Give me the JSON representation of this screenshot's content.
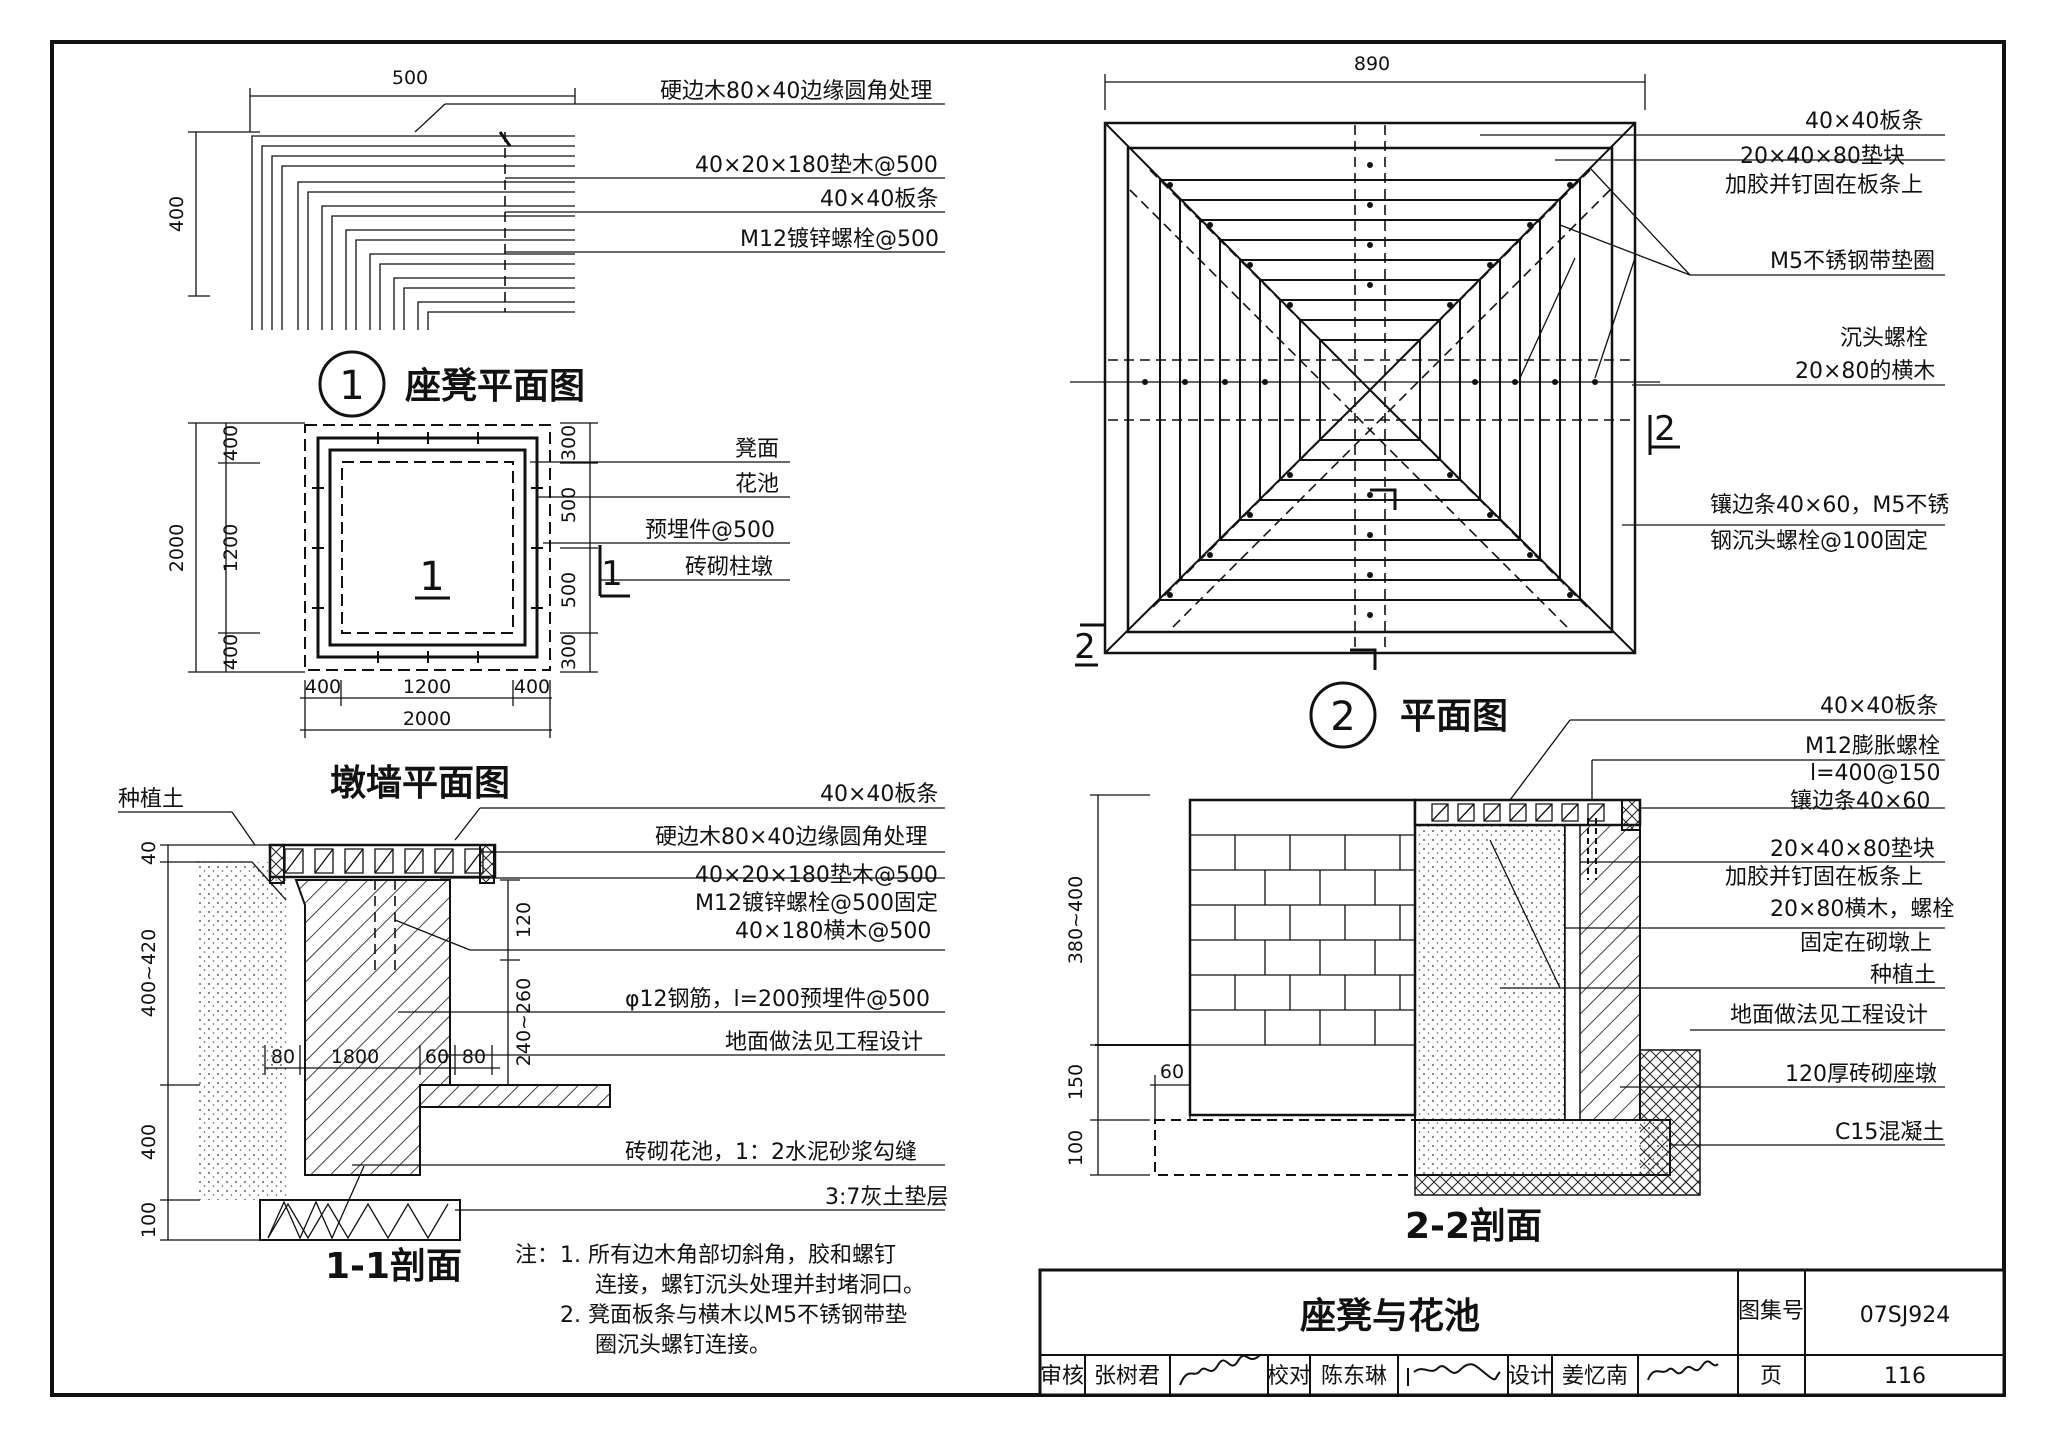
{
  "d1": {
    "dim_500": "500",
    "dim_400": "400",
    "notes": [
      "硬边木80×40边缘圆角处理",
      "40×20×180垫木@500",
      "40×40板条",
      "M12镀锌螺栓@500"
    ],
    "num": "1",
    "title": "座凳平面图"
  },
  "pier": {
    "title": "墩墙平面图",
    "dims_left": [
      "2000",
      "400",
      "1200",
      "400"
    ],
    "dims_right": [
      "300",
      "500",
      "500",
      "300"
    ],
    "dims_bottom": [
      "400",
      "1200",
      "400",
      "2000"
    ],
    "notes": [
      "凳面",
      "花池",
      "预埋件@500",
      "砖砌柱墩"
    ],
    "sec_label": "1",
    "sec_mark": "1"
  },
  "s11": {
    "title": "1-1剖面",
    "soil": "种植土",
    "dims_left": [
      "40",
      "400~420",
      "400",
      "100"
    ],
    "dims_inner": [
      "120",
      "240~260"
    ],
    "dims_bottom": [
      "80",
      "1800",
      "60",
      "80"
    ],
    "notes": [
      "40×40板条",
      "硬边木80×40边缘圆角处理",
      "40×20×180垫木@500",
      "M12镀锌螺栓@500固定",
      "40×180横木@500",
      "φ12钢筋，l=200预埋件@500",
      "地面做法见工程设计",
      "砖砌花池，1：2水泥砂浆勾缝",
      "3:7灰土垫层"
    ]
  },
  "notes_block": {
    "head": "注：",
    "lines": [
      "1. 所有边木角部切斜角，胶和螺钉",
      "连接，螺钉沉头处理并封堵洞口。",
      "2. 凳面板条与横木以M5不锈钢带垫",
      "圈沉头螺钉连接。"
    ]
  },
  "d2": {
    "dim": "890",
    "num": "2",
    "title": "平面图",
    "sec": "2",
    "notes": [
      "40×40板条",
      "20×40×80垫块",
      "加胶并钉固在板条上",
      "M5不锈钢带垫圈",
      "沉头螺栓",
      "20×80的横木",
      "镶边条40×60，M5不锈",
      "钢沉头螺栓@100固定"
    ]
  },
  "s22": {
    "title": "2-2剖面",
    "dims_left": [
      "380~400",
      "150",
      "100"
    ],
    "dim_60": "60",
    "notes": [
      "40×40板条",
      "M12膨胀螺栓",
      "l=400@150",
      "镶边条40×60",
      "20×40×80垫块",
      "加胶并钉固在板条上",
      "20×80横木，螺栓",
      "固定在砌墩上",
      "种植土",
      "地面做法见工程设计",
      "120厚砖砌座墩",
      "C15混凝土"
    ]
  },
  "titleblock": {
    "name": "座凳与花池",
    "atlas_label": "图集号",
    "atlas": "07SJ924",
    "review": "审核",
    "reviewer": "张树君",
    "check": "校对",
    "checker": "陈东琳",
    "design": "设计",
    "designer": "姜忆南",
    "page_label": "页",
    "page": "116"
  }
}
